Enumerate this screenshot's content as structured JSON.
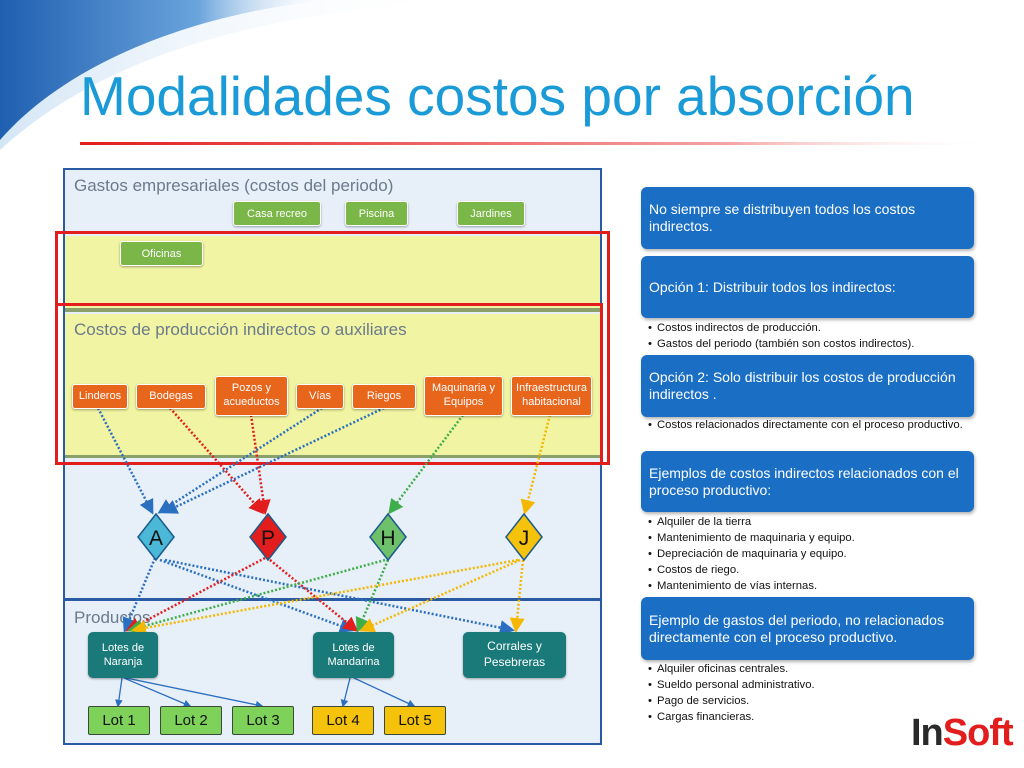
{
  "slide": {
    "title": "Modalidades costos por absorción"
  },
  "diagram": {
    "section_gastos": "Gastos empresariales (costos del periodo)",
    "section_costos": "Costos de producción indirectos o auxiliares",
    "section_productos": "Productos",
    "gastos_items": [
      "Casa recreo",
      "Piscina",
      "Jardines",
      "Oficinas"
    ],
    "costos_items": [
      "Linderos",
      "Bodegas",
      "Pozos y acueductos",
      "Vías",
      "Riegos",
      "Maquinaria y Equipos",
      "Infraestructura habitacional"
    ],
    "centers": [
      "A",
      "P",
      "H",
      "J"
    ],
    "products": [
      "Lotes de Naranja",
      "Lotes de Mandarina",
      "Corrales y Pesebreras"
    ],
    "lots": [
      "Lot 1",
      "Lot 2",
      "Lot 3",
      "Lot 4",
      "Lot 5"
    ],
    "colors": {
      "center_A": "#4bb8d8",
      "center_P": "#e21d1d",
      "center_H": "#6ec16a",
      "center_J": "#f5c20c",
      "frame_border": "#2a5aa3",
      "highlight": "#e21d1d"
    }
  },
  "panels": [
    {
      "header": "No siempre se distribuyen todos los costos indirectos.",
      "bullets": []
    },
    {
      "header": "Opción 1: Distribuir todos los indirectos:",
      "bullets": [
        "Costos indirectos de producción.",
        "Gastos del periodo (también son costos indirectos)."
      ]
    },
    {
      "header": "Opción 2: Solo distribuir los costos de producción indirectos .",
      "bullets": [
        "Costos relacionados directamente con el proceso productivo."
      ]
    },
    {
      "header": "Ejemplos de costos indirectos relacionados con el proceso productivo:",
      "bullets": [
        "Alquiler de la tierra",
        "Mantenimiento de maquinaria y equipo.",
        "Depreciación de maquinaria y equipo.",
        "Costos de riego.",
        "Mantenimiento de vías internas."
      ]
    },
    {
      "header": "Ejemplo de gastos del periodo, no relacionados directamente con el proceso productivo.",
      "bullets": [
        "Alquiler oficinas centrales.",
        "Sueldo personal administrativo.",
        "Pago de servicios.",
        "Cargas financieras."
      ]
    }
  ],
  "logo": {
    "part1": "In",
    "part2": "Soft"
  }
}
